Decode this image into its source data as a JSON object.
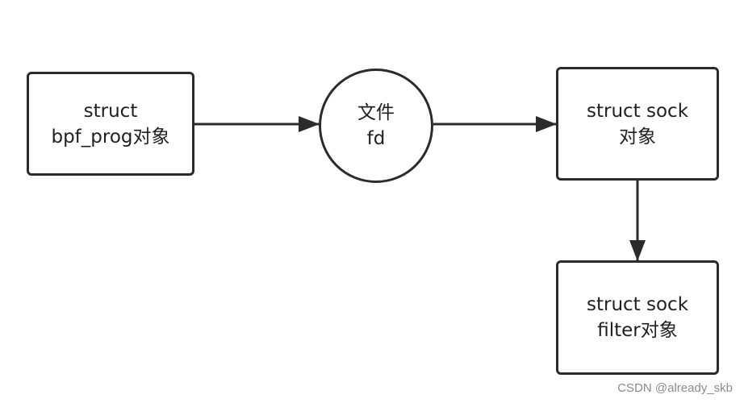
{
  "nodes": {
    "bpf_prog": {
      "line1": "struct",
      "line2": "bpf_prog对象"
    },
    "file_fd": {
      "line1": "文件",
      "line2": "fd"
    },
    "sock": {
      "line1": "struct sock",
      "line2": "对象"
    },
    "sock_filter": {
      "line1": "struct sock",
      "line2": "filter对象"
    }
  },
  "edges": [
    {
      "from": "bpf_prog",
      "to": "file_fd"
    },
    {
      "from": "file_fd",
      "to": "sock"
    },
    {
      "from": "sock",
      "to": "sock_filter"
    }
  ],
  "watermark": "CSDN @already_skb",
  "colors": {
    "stroke": "#2b2b2b",
    "text": "#1f1f1f",
    "watermark": "#8a8a8a"
  }
}
